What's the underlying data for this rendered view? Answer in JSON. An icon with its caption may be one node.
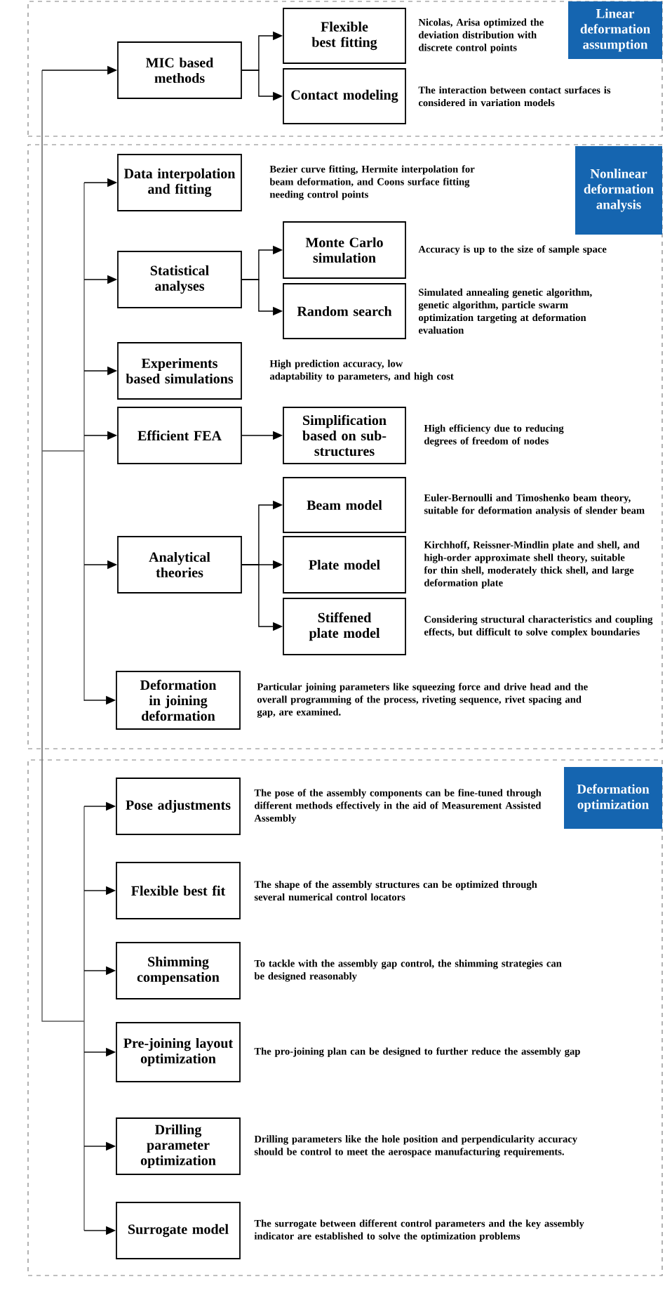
{
  "diagram": {
    "nodes": [
      {
        "text": [
          "Linear deformation assumption"
        ]
      },
      {
        "text": [
          "MIC based methods"
        ],
        "in": 0
      },
      {
        "text": [
          "Flexible best fitting"
        ],
        "in": 0,
        "beside": [
          "Nicolas, Arisa optimized the deviation distribution with discrete control points"
        ]
      },
      {
        "text": [
          "Contact modeling"
        ],
        "in": 0,
        "beside": [
          "The interaction between contact surfaces is considered in variation models"
        ]
      },
      {
        "text": [
          "Nonlinear deformation analysis"
        ]
      },
      {
        "text": [
          "Data interpolation and fitting"
        ],
        "in": 4,
        "beside": [
          "Bezier curve fitting, Hermite interpolation for beam deformation, and Coons surface fitting needing control points"
        ]
      },
      {
        "text": [
          "Statistical analyses"
        ],
        "in": 4
      },
      {
        "text": [
          "Monte Carlo simulation"
        ],
        "in": 4,
        "beside": [
          "Accuracy is up to the size of sample space"
        ]
      },
      {
        "text": [
          "Random search"
        ],
        "in": 4,
        "beside": [
          "Simulated annealing genetic algorithm, genetic algorithm, particle swarm optimization targeting at deformation evaluation"
        ]
      },
      {
        "text": [
          "Experiments based simulations"
        ],
        "in": 4,
        "beside": [
          "High prediction accuracy, low adaptability to parameters, and high cost"
        ]
      },
      {
        "text": [
          "Efficient FEA"
        ],
        "in": 4
      },
      {
        "text": [
          "Simplification based on sub-structures"
        ],
        "in": 4,
        "beside": [
          "High efficiency due to reducing degrees of freedom of nodes"
        ]
      },
      {
        "text": [
          "Analytical theories"
        ],
        "in": 4
      },
      {
        "text": [
          "Beam model"
        ],
        "in": 4,
        "beside": [
          "Euler-Bernoulli and Timoshenko beam theory, suitable for deformation analysis of slender beam"
        ]
      },
      {
        "text": [
          "Plate model"
        ],
        "in": 4,
        "beside": [
          "Kirchhoff, Reissner-Mindlin plate and shell, and high-order approximate shell theory, suitable for thin shell, moderately thick shell, and large deformation plate"
        ]
      },
      {
        "text": [
          "Stiffened plate model"
        ],
        "in": 4,
        "beside": [
          "Considering structural characteristics and coupling effects, but difficult to solve complex boundaries"
        ]
      },
      {
        "text": [
          "Deformation in joining deformation"
        ],
        "in": 4,
        "beside": [
          "Particular joining parameters like squeezing force and drive head and the overall programming of the process, riveting sequence, rivet spacing and gap, are examined."
        ]
      },
      {
        "text": [
          "Deformation optimization"
        ]
      },
      {
        "text": [
          "Pose adjustments"
        ],
        "in": 17,
        "beside": [
          "The pose of the assembly components can be fine-tuned through different methods effectively in the aid of Measurement Assisted Assembly"
        ]
      },
      {
        "text": [
          "Flexible best fit"
        ],
        "in": 17,
        "beside": [
          "The shape of the assembly structures can be optimized through several numerical control locators"
        ]
      },
      {
        "text": [
          "Shimming compensation"
        ],
        "in": 17,
        "beside": [
          "To tackle with the assembly gap control, the shimming strategies can be designed reasonably"
        ]
      },
      {
        "text": [
          "Pre-joining layout optimization"
        ],
        "in": 17,
        "beside": [
          "The pro-joining plan can be designed to further reduce the assembly gap"
        ]
      },
      {
        "text": [
          "Drilling parameter optimization"
        ],
        "in": 17,
        "beside": [
          "Drilling parameters like the hole position and perpendicularity accuracy should be control to meet the aerospace manufacturing requirements."
        ]
      },
      {
        "text": [
          "Surrogate model"
        ],
        "in": 17,
        "beside": [
          "The surrogate between different control parameters and the key assembly indicator are established to solve the optimization problems"
        ]
      }
    ],
    "edges": [
      {
        "from": null,
        "to": 1,
        "arrow": "to"
      },
      {
        "from": 1,
        "to": 2,
        "arrow": "to"
      },
      {
        "from": 1,
        "to": 3,
        "arrow": "to"
      },
      {
        "from": null,
        "to": 5,
        "arrow": "to"
      },
      {
        "from": null,
        "to": 6,
        "arrow": "to"
      },
      {
        "from": 6,
        "to": 7,
        "arrow": "to"
      },
      {
        "from": 6,
        "to": 8,
        "arrow": "to"
      },
      {
        "from": null,
        "to": 9,
        "arrow": "to"
      },
      {
        "from": null,
        "to": 10,
        "arrow": "to"
      },
      {
        "from": 10,
        "to": 11,
        "arrow": "to"
      },
      {
        "from": null,
        "to": 12,
        "arrow": "to"
      },
      {
        "from": 12,
        "to": 13,
        "arrow": "to"
      },
      {
        "from": 12,
        "to": 14,
        "arrow": "to"
      },
      {
        "from": 12,
        "to": 15,
        "arrow": "to"
      },
      {
        "from": null,
        "to": 16,
        "arrow": "to"
      },
      {
        "from": null,
        "to": 18,
        "arrow": "to"
      },
      {
        "from": null,
        "to": 19,
        "arrow": "to"
      },
      {
        "from": null,
        "to": 20,
        "arrow": "to"
      },
      {
        "from": null,
        "to": 21,
        "arrow": "to"
      },
      {
        "from": null,
        "to": 22,
        "arrow": "to"
      },
      {
        "from": null,
        "to": 23,
        "arrow": "to"
      }
    ]
  }
}
